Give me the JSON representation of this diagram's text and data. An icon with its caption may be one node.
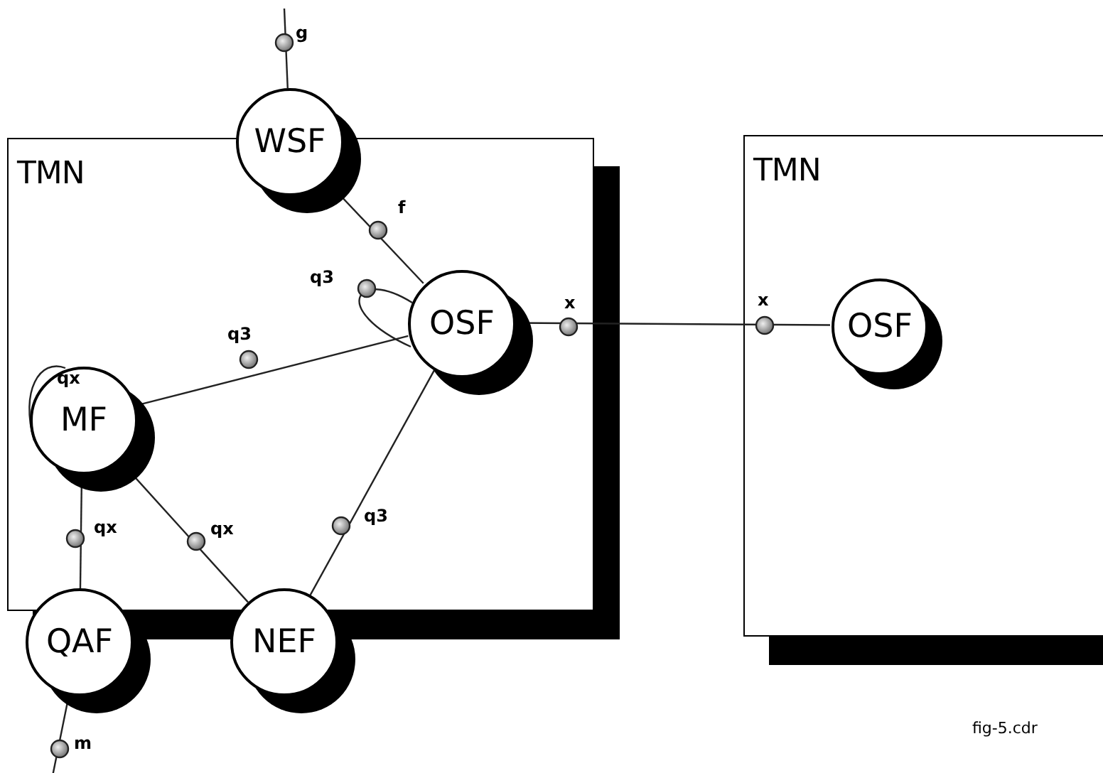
{
  "diagram": {
    "nodes": [
      {
        "text": [
          "TMN"
        ]
      },
      {
        "text": [
          "WSF"
        ]
      },
      {
        "text": [
          "OSF"
        ],
        "in": 0
      },
      {
        "text": [
          "MF"
        ],
        "in": 0
      },
      {
        "text": [
          "QAF"
        ]
      },
      {
        "text": [
          "NEF"
        ]
      },
      {
        "text": [
          "TMN"
        ]
      },
      {
        "text": [
          "OSF"
        ],
        "in": 6
      }
    ],
    "edges": [
      {
        "from": 1,
        "to": null,
        "arrow": "none",
        "label": "g"
      },
      {
        "from": 1,
        "to": 2,
        "arrow": "none",
        "label": "f"
      },
      {
        "from": 2,
        "to": 2,
        "arrow": "none",
        "label": "q3"
      },
      {
        "from": 2,
        "to": 7,
        "arrow": "none",
        "label": "x"
      },
      {
        "from": 3,
        "to": 3,
        "arrow": "none",
        "label": "qx"
      },
      {
        "from": 3,
        "to": 2,
        "arrow": "none",
        "label": "q3"
      },
      {
        "from": 3,
        "to": 4,
        "arrow": "none",
        "label": "qx"
      },
      {
        "from": 3,
        "to": 5,
        "arrow": "none",
        "label": "qx"
      },
      {
        "from": 5,
        "to": 2,
        "arrow": "none",
        "label": "q3"
      },
      {
        "from": 4,
        "to": null,
        "arrow": "none",
        "label": "m"
      }
    ],
    "labels": [
      "x",
      "fig-5.cdr"
    ]
  }
}
